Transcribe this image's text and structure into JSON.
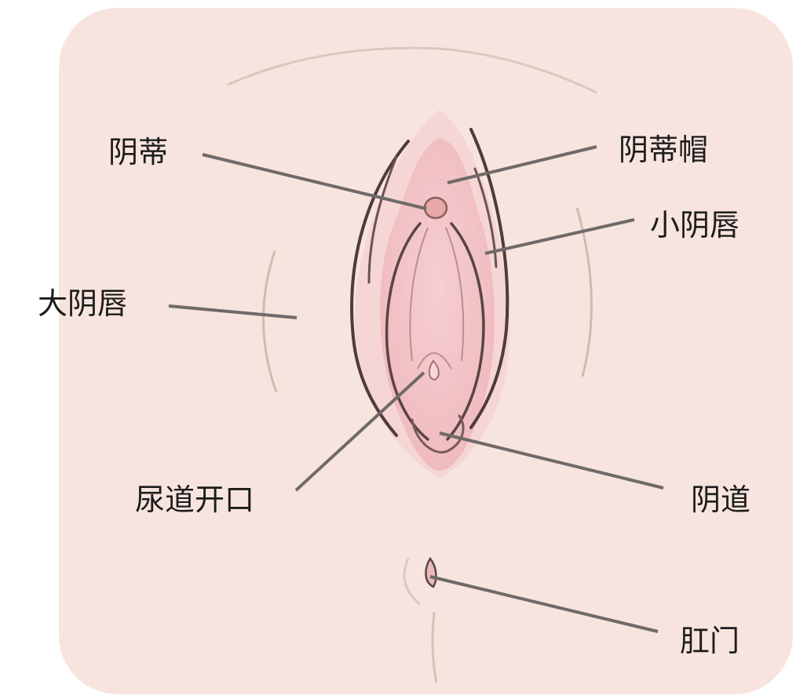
{
  "colors": {
    "panel": "#f8e4de",
    "inner": "#f3c4c6",
    "outline": "#4f3b3b",
    "skin_line": "#d2b3ad",
    "leader": "#6f6a6a",
    "text": "#1c1c1c"
  },
  "labels": {
    "clitoris": "阴蒂",
    "clitoral_hood": "阴蒂帽",
    "labia_minora": "小阴唇",
    "labia_majora": "大阴唇",
    "urethral_opening": "尿道开口",
    "vagina": "阴道",
    "anus": "肛门"
  }
}
